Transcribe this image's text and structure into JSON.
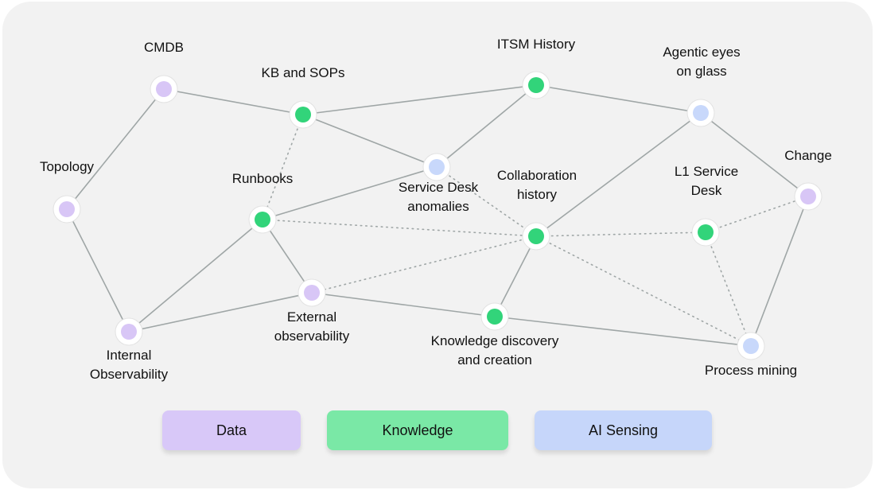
{
  "colors": {
    "background": "#f2f2f2",
    "edge": "#9fa6a6",
    "data": "#d8c6f6",
    "knowledge": "#32d47a",
    "ai_sensing": "#c8d8fb",
    "legend_data": "#d8c8f8",
    "legend_knowledge": "#7ae8a6",
    "legend_ai_sensing": "#c6d6fa"
  },
  "legend": [
    {
      "key": "data",
      "label": "Data"
    },
    {
      "key": "knowledge",
      "label": "Knowledge"
    },
    {
      "key": "ai_sensing",
      "label": "AI Sensing"
    }
  ],
  "nodes": [
    {
      "id": "cmdb",
      "category": "data",
      "lines": [
        "CMDB"
      ]
    },
    {
      "id": "topology",
      "category": "data",
      "lines": [
        "Topology"
      ]
    },
    {
      "id": "internal-observability",
      "category": "data",
      "lines": [
        "Internal",
        "Observability"
      ]
    },
    {
      "id": "kb-and-sops",
      "category": "knowledge",
      "lines": [
        "KB and SOPs"
      ]
    },
    {
      "id": "runbooks",
      "category": "knowledge",
      "lines": [
        "Runbooks"
      ]
    },
    {
      "id": "external-observability",
      "category": "data",
      "lines": [
        "External",
        "observability"
      ]
    },
    {
      "id": "service-desk-anomalies",
      "category": "ai_sensing",
      "lines": [
        "Service Desk",
        "anomalies"
      ]
    },
    {
      "id": "itsm-history",
      "category": "knowledge",
      "lines": [
        "ITSM History"
      ]
    },
    {
      "id": "collaboration-history",
      "category": "knowledge",
      "lines": [
        "Collaboration",
        "history"
      ]
    },
    {
      "id": "knowledge-discovery",
      "category": "knowledge",
      "lines": [
        "Knowledge discovery",
        "and creation"
      ]
    },
    {
      "id": "agentic-eyes",
      "category": "ai_sensing",
      "lines": [
        "Agentic eyes",
        "on glass"
      ]
    },
    {
      "id": "l1-service-desk",
      "category": "knowledge",
      "lines": [
        "L1 Service",
        "Desk"
      ]
    },
    {
      "id": "change",
      "category": "data",
      "lines": [
        "Change"
      ]
    },
    {
      "id": "process-mining",
      "category": "ai_sensing",
      "lines": [
        "Process mining"
      ]
    }
  ],
  "edges": [
    {
      "from": "cmdb",
      "to": "topology",
      "style": "solid"
    },
    {
      "from": "cmdb",
      "to": "kb-and-sops",
      "style": "solid"
    },
    {
      "from": "topology",
      "to": "internal-observability",
      "style": "solid"
    },
    {
      "from": "internal-observability",
      "to": "runbooks",
      "style": "solid"
    },
    {
      "from": "internal-observability",
      "to": "external-observability",
      "style": "solid"
    },
    {
      "from": "kb-and-sops",
      "to": "itsm-history",
      "style": "solid"
    },
    {
      "from": "kb-and-sops",
      "to": "service-desk-anomalies",
      "style": "solid"
    },
    {
      "from": "kb-and-sops",
      "to": "runbooks",
      "style": "dotted"
    },
    {
      "from": "runbooks",
      "to": "service-desk-anomalies",
      "style": "solid"
    },
    {
      "from": "runbooks",
      "to": "external-observability",
      "style": "solid"
    },
    {
      "from": "runbooks",
      "to": "collaboration-history",
      "style": "dotted"
    },
    {
      "from": "service-desk-anomalies",
      "to": "itsm-history",
      "style": "solid"
    },
    {
      "from": "service-desk-anomalies",
      "to": "collaboration-history",
      "style": "dotted"
    },
    {
      "from": "itsm-history",
      "to": "agentic-eyes",
      "style": "solid"
    },
    {
      "from": "agentic-eyes",
      "to": "change",
      "style": "solid"
    },
    {
      "from": "agentic-eyes",
      "to": "collaboration-history",
      "style": "solid"
    },
    {
      "from": "collaboration-history",
      "to": "knowledge-discovery",
      "style": "solid"
    },
    {
      "from": "collaboration-history",
      "to": "l1-service-desk",
      "style": "dotted"
    },
    {
      "from": "collaboration-history",
      "to": "external-observability",
      "style": "dotted"
    },
    {
      "from": "collaboration-history",
      "to": "process-mining",
      "style": "dotted"
    },
    {
      "from": "l1-service-desk",
      "to": "change",
      "style": "dotted"
    },
    {
      "from": "l1-service-desk",
      "to": "process-mining",
      "style": "dotted"
    },
    {
      "from": "change",
      "to": "process-mining",
      "style": "solid"
    },
    {
      "from": "external-observability",
      "to": "knowledge-discovery",
      "style": "solid"
    },
    {
      "from": "knowledge-discovery",
      "to": "process-mining",
      "style": "solid"
    }
  ]
}
